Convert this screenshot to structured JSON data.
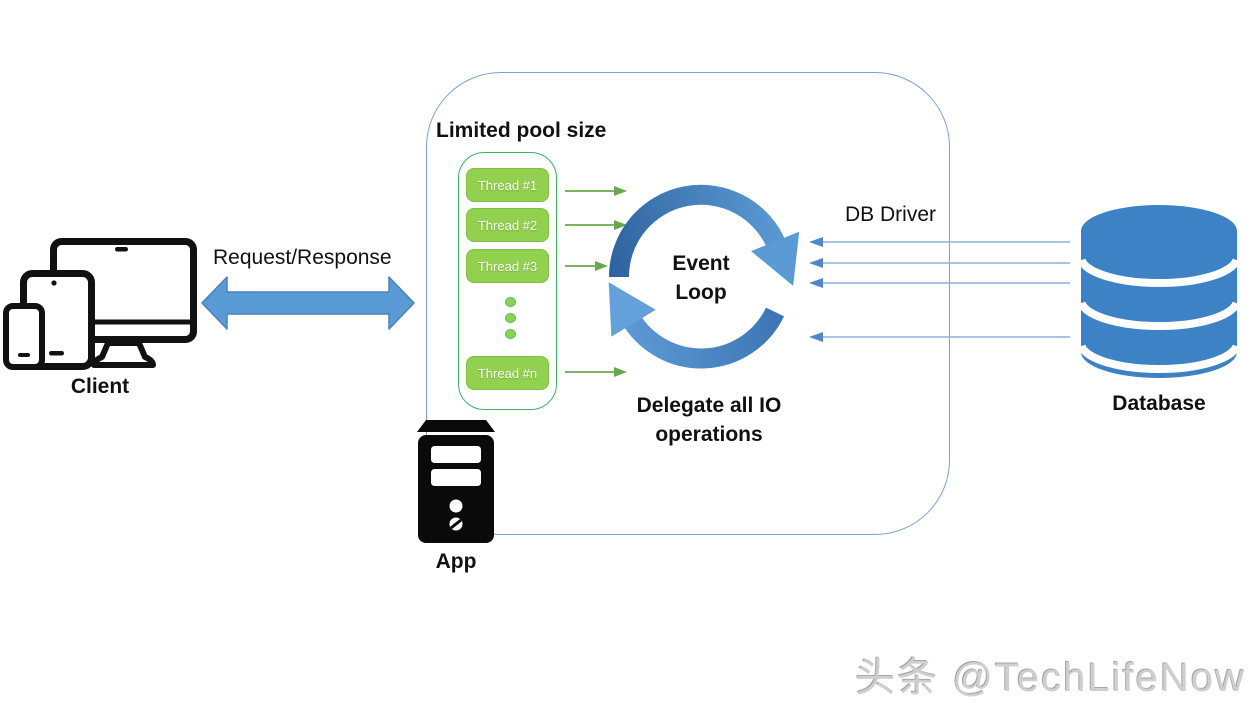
{
  "client": {
    "label": "Client"
  },
  "request_response": {
    "label": "Request/Response"
  },
  "pool": {
    "title": "Limited pool size",
    "threads": [
      "Thread #1",
      "Thread #2",
      "Thread #3",
      "Thread #n"
    ]
  },
  "event_loop": {
    "label_line1": "Event",
    "label_line2": "Loop"
  },
  "delegate": {
    "label_line1": "Delegate all IO",
    "label_line2": "operations"
  },
  "db_driver": {
    "label": "DB Driver"
  },
  "database": {
    "label": "Database"
  },
  "app": {
    "label": "App"
  },
  "watermark": {
    "text": "头条 @TechLifeNow"
  },
  "colors": {
    "primary_blue": "#5b9bd5",
    "dark_loop_blue": "#2f639f",
    "database_blue": "#3d82c4",
    "thread_green": "#92d050",
    "arrow_green": "#6aa84f",
    "pool_border_green": "#3db069",
    "container_border_blue": "#7aa3d4",
    "text_black": "#111111",
    "watermark_gray": "#cfcfcf"
  }
}
